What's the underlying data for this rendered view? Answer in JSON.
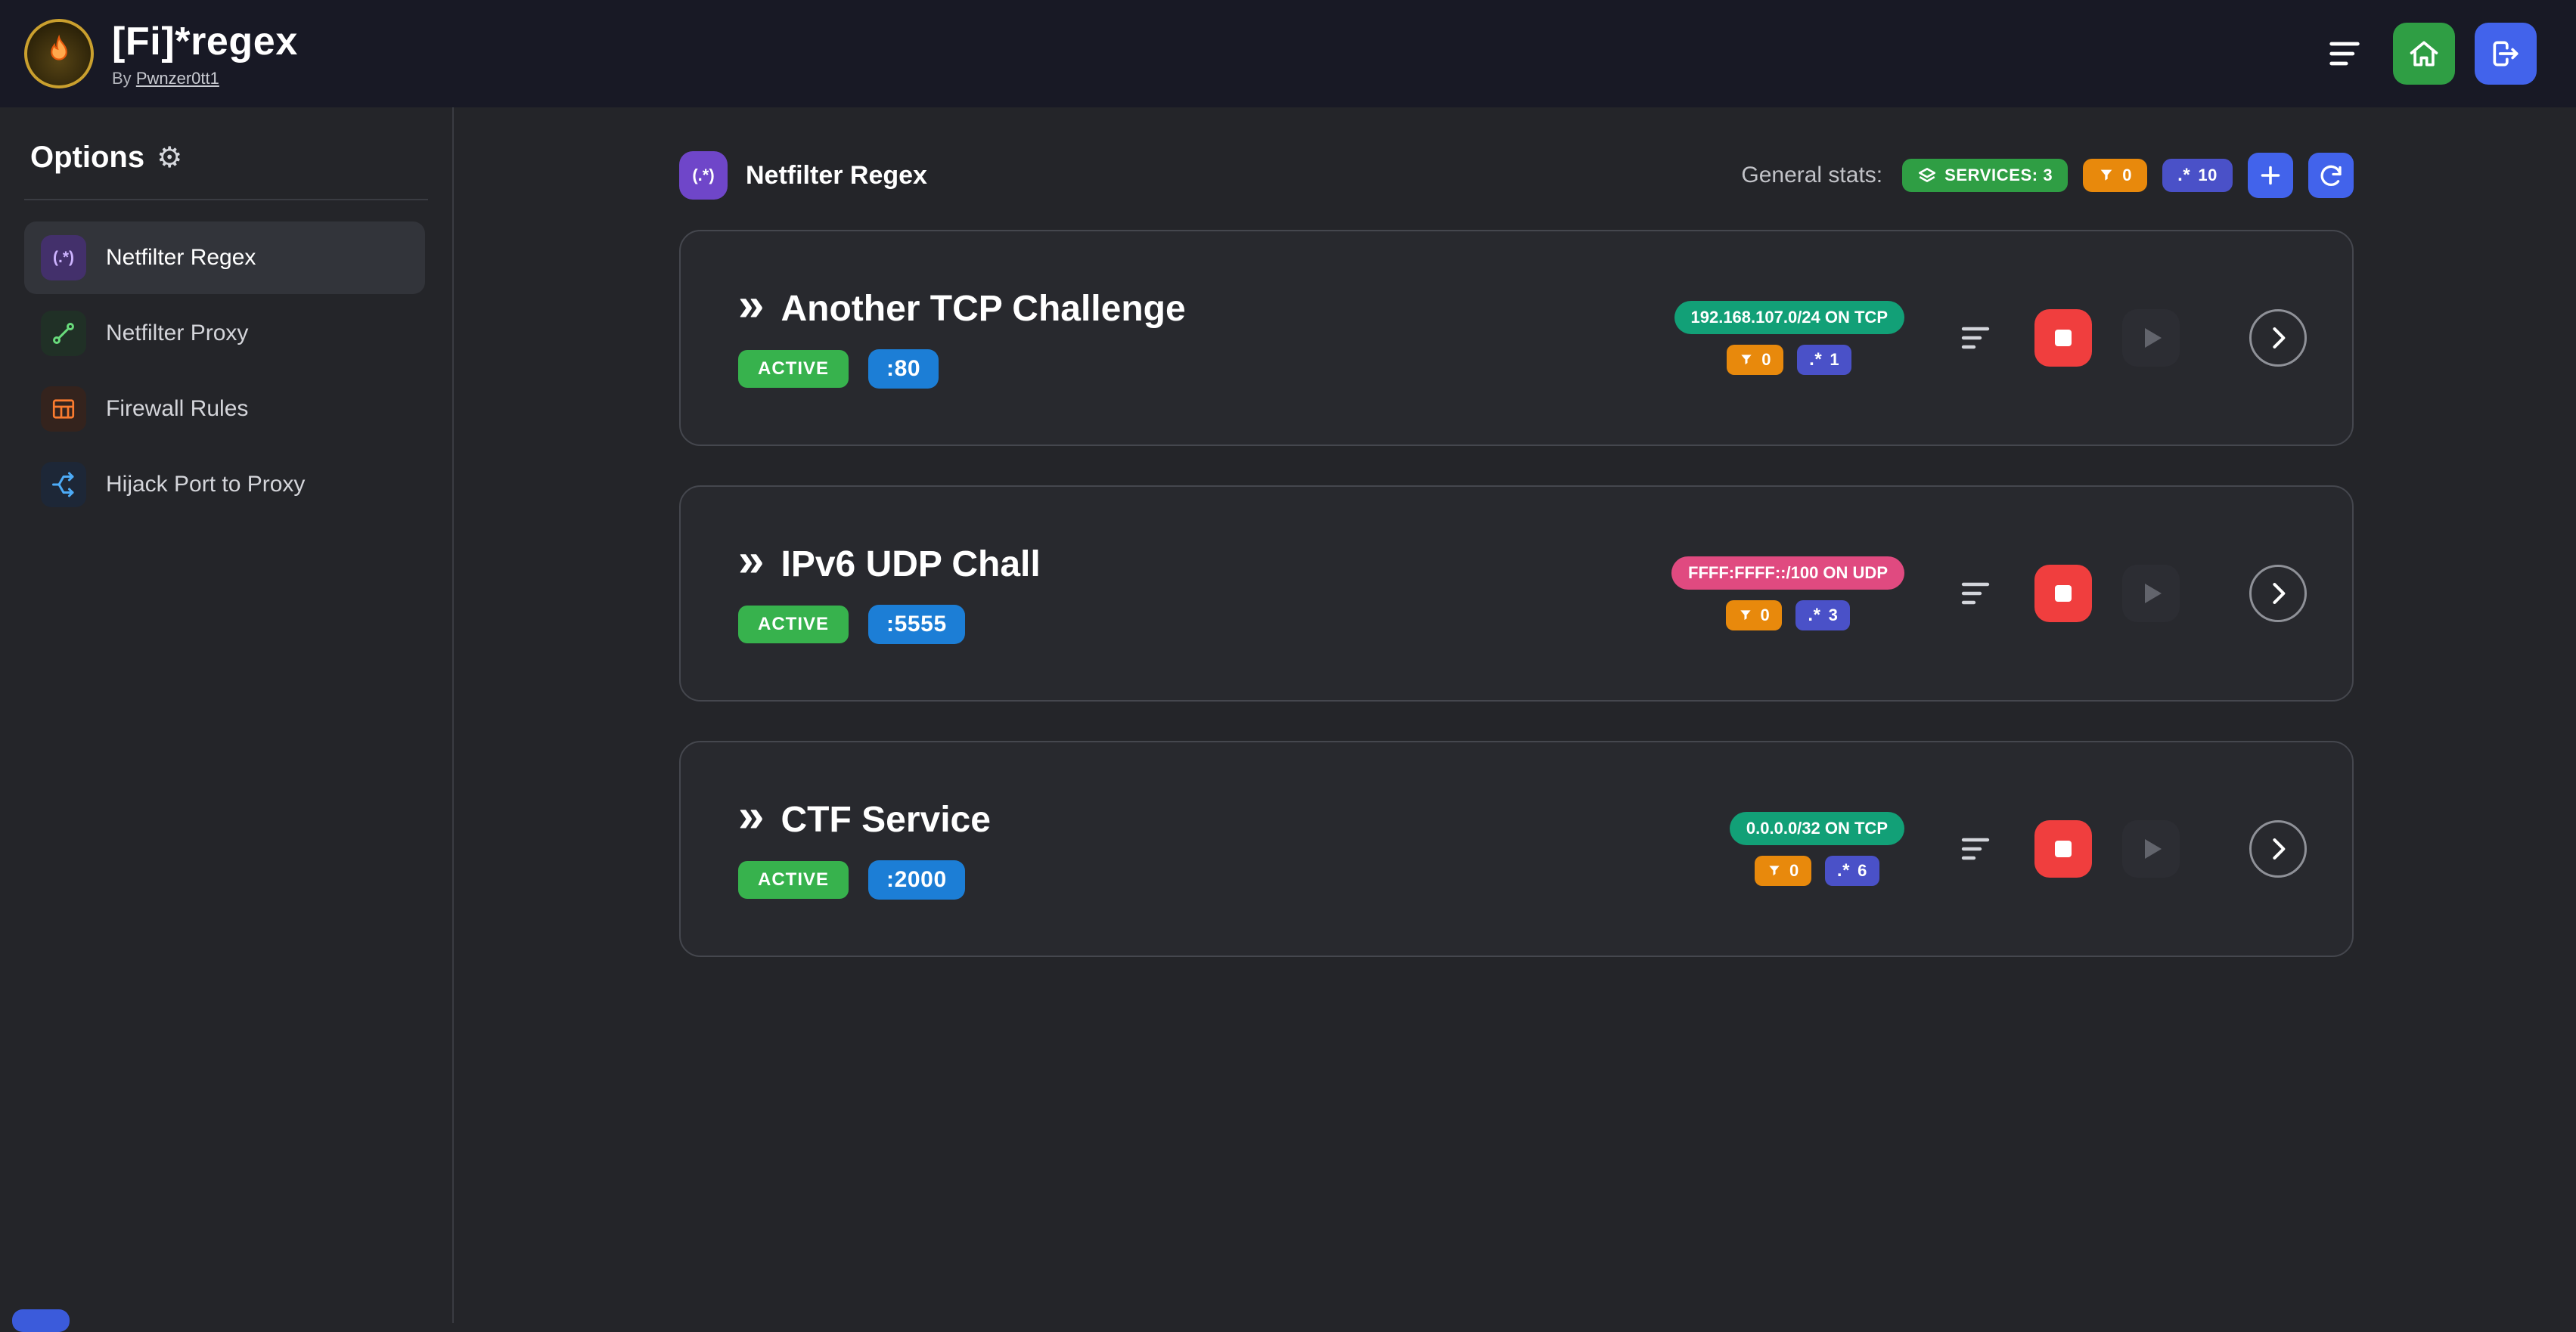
{
  "glyphs": {
    "chevrons": "»",
    "regex_icon": "(.*)",
    "regex_badge": ".*",
    "gear": "⚙"
  },
  "header": {
    "title": "[Fi]*regex",
    "byline_prefix": "By",
    "byline_link": "Pwnzer0tt1"
  },
  "sidebar": {
    "heading": "Options",
    "items": [
      {
        "label": "Netfilter Regex",
        "active": true
      },
      {
        "label": "Netfilter Proxy",
        "active": false
      },
      {
        "label": "Firewall Rules",
        "active": false
      },
      {
        "label": "Hijack Port to Proxy",
        "active": false
      }
    ]
  },
  "main": {
    "section_title": "Netfilter Regex",
    "stats_label": "General stats:",
    "stats": {
      "services": "SERVICES: 3",
      "filters": "0",
      "regexes": "10"
    },
    "services": [
      {
        "name": "Another TCP Challenge",
        "status": "ACTIVE",
        "port": ":80",
        "endpoint": "192.168.107.0/24 ON TCP",
        "endpoint_color": "teal",
        "filters": "0",
        "regexes": "1"
      },
      {
        "name": "IPv6 UDP Chall",
        "status": "ACTIVE",
        "port": ":5555",
        "endpoint": "FFFF:FFFF::/100 ON UDP",
        "endpoint_color": "pink",
        "filters": "0",
        "regexes": "3"
      },
      {
        "name": "CTF Service",
        "status": "ACTIVE",
        "port": ":2000",
        "endpoint": "0.0.0.0/32 ON TCP",
        "endpoint_color": "teal",
        "filters": "0",
        "regexes": "6"
      }
    ]
  },
  "colors": {
    "accent_blue": "#4263eb",
    "green": "#2f9e44",
    "status_green": "#37b24d",
    "port_blue": "#1c7ed6",
    "teal": "#12a077",
    "pink": "#e04a80",
    "orange": "#e8890c",
    "indigo": "#4a51c8",
    "red": "#f03e3e"
  }
}
